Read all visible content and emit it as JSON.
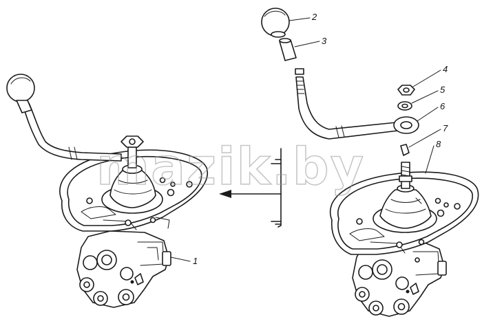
{
  "callouts": [
    {
      "id": "1",
      "text": "1"
    },
    {
      "id": "2",
      "text": "2"
    },
    {
      "id": "3",
      "text": "3"
    },
    {
      "id": "4",
      "text": "4"
    },
    {
      "id": "5",
      "text": "5"
    },
    {
      "id": "6",
      "text": "6"
    },
    {
      "id": "7",
      "text": "7"
    },
    {
      "id": "8",
      "text": "8"
    }
  ],
  "watermark": "mazik.by",
  "colors": {
    "ink": "#1a1a1a",
    "watermark": "#9a9a9a",
    "background": "#ffffff"
  }
}
